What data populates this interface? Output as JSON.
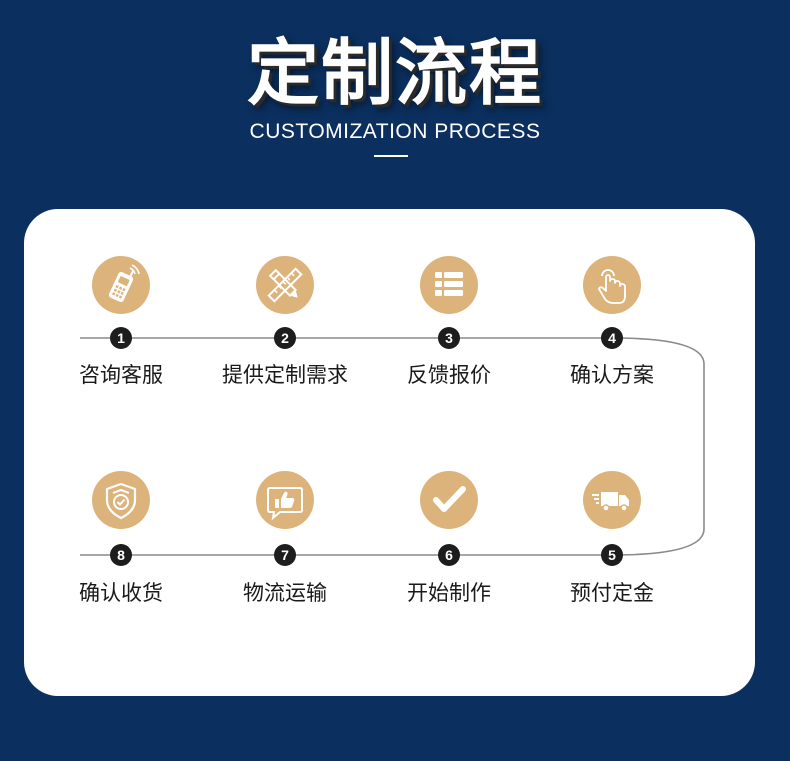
{
  "header": {
    "title": "定制流程",
    "subtitle": "CUSTOMIZATION PROCESS"
  },
  "steps": [
    {
      "number": "1",
      "label": "咨询客服",
      "icon": "phone-icon"
    },
    {
      "number": "2",
      "label": "提供定制需求",
      "icon": "pencil-ruler-icon"
    },
    {
      "number": "3",
      "label": "反馈报价",
      "icon": "list-icon"
    },
    {
      "number": "4",
      "label": "确认方案",
      "icon": "hand-pointer-icon"
    },
    {
      "number": "5",
      "label": "预付定金",
      "icon": "delivery-truck-icon"
    },
    {
      "number": "6",
      "label": "开始制作",
      "icon": "checkmark-icon"
    },
    {
      "number": "7",
      "label": "物流运输",
      "icon": "thumbs-up-icon"
    },
    {
      "number": "8",
      "label": "确认收货",
      "icon": "shield-check-icon"
    }
  ],
  "colors": {
    "background": "#0b2f5e",
    "icon_circle": "#ddb37c",
    "number_badge": "#1d1d1d",
    "connector": "#8a8a8a"
  }
}
